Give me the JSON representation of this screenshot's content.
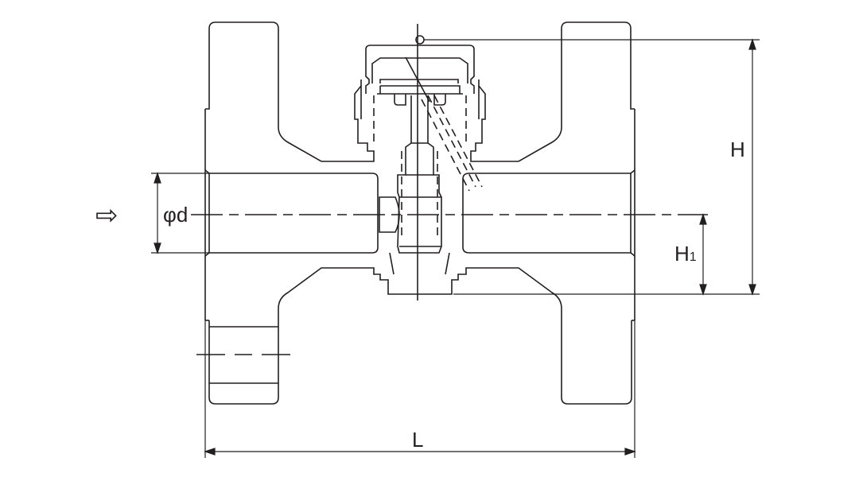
{
  "labels": {
    "height": "H",
    "height_1_main": "H",
    "height_1_sub": "1",
    "diameter": "φd",
    "length": "L",
    "flow_arrow": "⇨"
  },
  "colors": {
    "line": "#231f20",
    "background": "#ffffff"
  }
}
